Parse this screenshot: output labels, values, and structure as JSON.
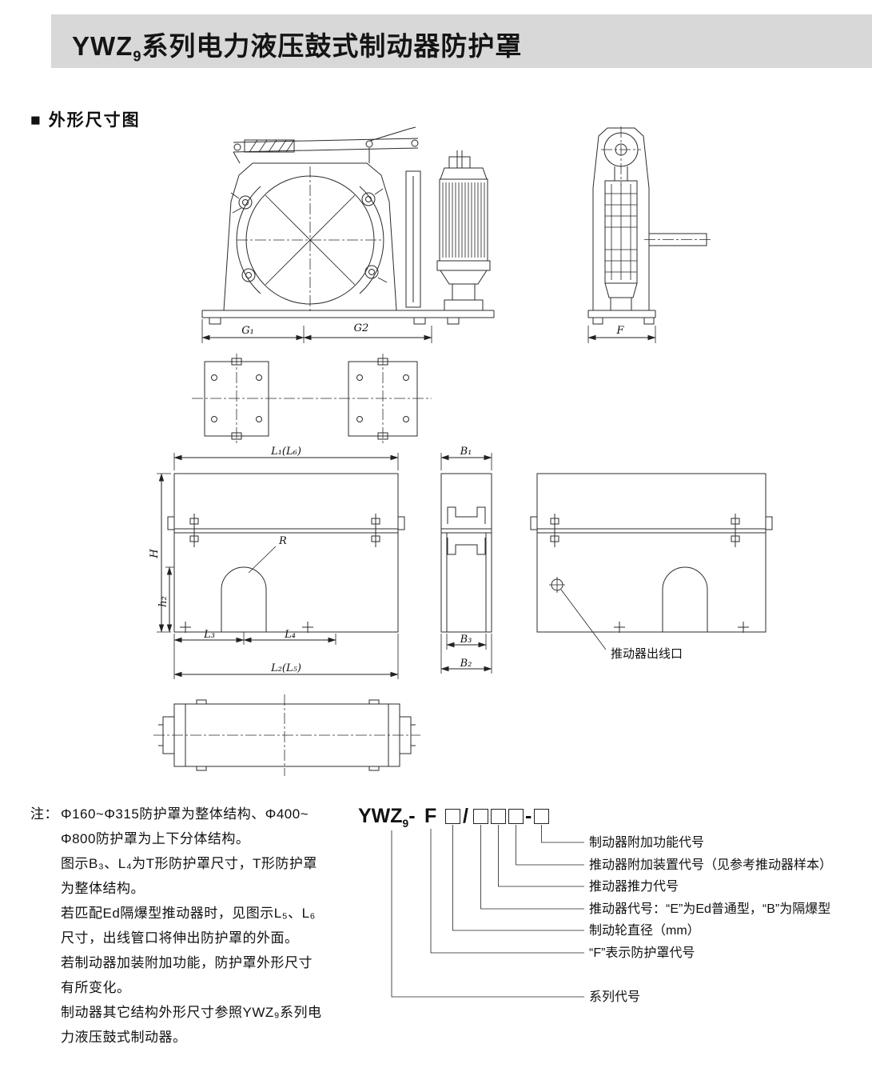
{
  "header": {
    "title_prefix": "YWZ",
    "title_sub": "9",
    "title_suffix": "系列电力液压鼓式制动器防护罩"
  },
  "section": {
    "marker": "■",
    "title": "外形尺寸图"
  },
  "dims": {
    "g1": "G₁",
    "g2": "G2",
    "f": "F",
    "l1l6": "L₁(L₆)",
    "b1": "B₁",
    "h": "H",
    "h2": "h₂",
    "r": "R",
    "l3": "L₃",
    "l4": "L₄",
    "l2l5": "L₂(L₅)",
    "b3": "B₃",
    "b2": "B₂",
    "outlet": "推动器出线口"
  },
  "notes": {
    "label": "注：",
    "lines": [
      "Φ160~Φ315防护罩为整体结构、Φ400~",
      "Φ800防护罩为上下分体结构。",
      "图示B₃、L₄为T形防护罩尺寸，T形防护罩",
      "为整体结构。",
      "若匹配Ed隔爆型推动器时，见图示L₅、L₆",
      "尺寸，出线管口将伸出防护罩的外面。",
      "若制动器加装附加功能，防护罩外形尺寸",
      "有所变化。",
      "制动器其它结构外形尺寸参照YWZ₉系列电",
      "力液压鼓式制动器。"
    ]
  },
  "model": {
    "code_prefix": "YWZ",
    "code_sub": "9",
    "code_dash": "-",
    "code_f": "F",
    "slash": "/",
    "hyphen": "-",
    "labels": [
      "制动器附加功能代号",
      "推动器附加装置代号（见参考推动器样本）",
      "推动器推力代号",
      "推动器代号：“E”为Ed普通型，“B”为隔爆型",
      "制动轮直径（mm）",
      "“F”表示防护罩代号",
      "系列代号"
    ]
  }
}
